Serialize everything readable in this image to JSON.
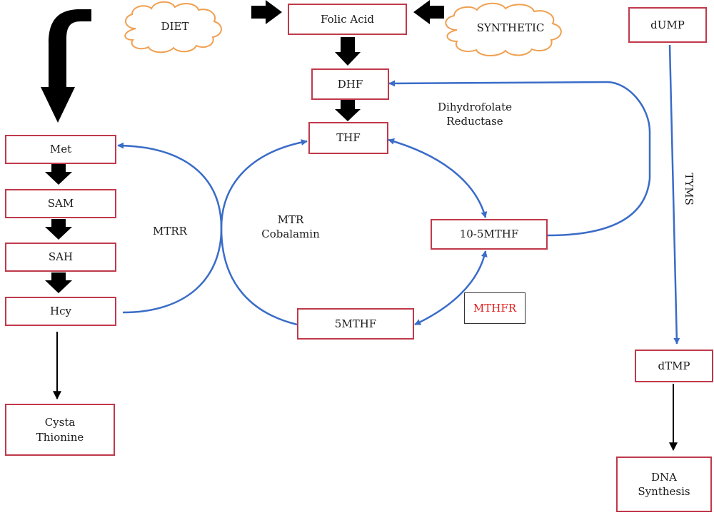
{
  "colors": {
    "box_border": "#c0394b",
    "flow_line": "#3a6cc8",
    "heavy_arrow": "#000000",
    "cloud_outline": "#f0a050",
    "mthfr_text": "#e02020"
  },
  "sources": {
    "diet": "DIET",
    "synthetic": "SYNTHETIC"
  },
  "nodes": {
    "folic_acid": "Folic Acid",
    "dhf": "DHF",
    "thf": "THF",
    "mthf_10_5": "10-5MTHF",
    "mthf_5": "5MTHF",
    "met": "Met",
    "sam": "SAM",
    "sah": "SAH",
    "hcy": "Hcy",
    "cysta_line1": "Cysta",
    "cysta_line2": "Thionine",
    "dump": "dUMP",
    "dtmp": "dTMP",
    "dna_line1": "DNA",
    "dna_line2": "Synthesis"
  },
  "enzymes": {
    "dhfr_line1": "Dihydrofolate",
    "dhfr_line2": "Reductase",
    "mtrr": "MTRR",
    "mtr_line1": "MTR",
    "mtr_line2": "Cobalamin",
    "mthfr": "MTHFR",
    "tyms": "TYMS"
  },
  "icons": [
    "cloud-icon",
    "block-arrow-icon",
    "curved-block-arrow-icon",
    "arrowhead-icon"
  ]
}
